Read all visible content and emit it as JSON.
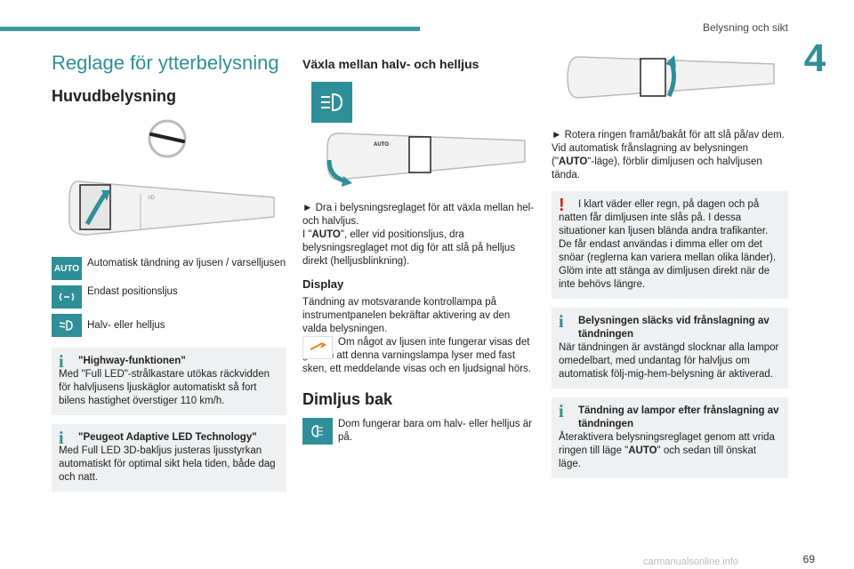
{
  "header": {
    "title": "Belysning och sikt",
    "chapter": "4"
  },
  "col1": {
    "section_title": "Reglage för ytterbelysning",
    "sub_title": "Huvudbelysning",
    "legend": [
      {
        "icon": "auto-icon",
        "icon_text": "AUTO",
        "text": "Automatisk tändning av ljusen / varselljusen"
      },
      {
        "icon": "position-lights-icon",
        "icon_text": "",
        "text": "Endast positionsljus"
      },
      {
        "icon": "headlights-icon",
        "icon_text": "",
        "text": "Halv- eller helljus"
      }
    ],
    "info1": {
      "title": "\"Highway-funktionen\"",
      "text": "Med \"Full LED\"-strålkastare utökas räckvidden för halvljusens ljuskäglor automatiskt så fort bilens hastighet överstiger 110 km/h."
    },
    "info2": {
      "title": "\"Peugeot Adaptive LED Technology\"",
      "text": "Med Full LED 3D-bakljus justeras ljusstyrkan automatiskt för optimal sikt hela tiden, både dag och natt."
    }
  },
  "col2": {
    "title": "Växla mellan halv- och helljus",
    "text1_a": "► Dra i belysningsreglaget för att växla mellan hel- och halvljus.",
    "text1_b_pre": "I \"",
    "text1_b_bold": "AUTO",
    "text1_b_post": "\", eller vid positionsljus, dra belysningsreglaget mot dig för att slå på helljus direkt (helljusblinkning).",
    "display_title": "Display",
    "display_text": "Tändning av motsvarande kontrollampa på instrumentpanelen bekräftar aktivering av den valda belysningen.",
    "warn_text": "Om något av ljusen inte fungerar visas det genom att denna varningslampa lyser med fast sken, ett meddelande visas och en ljudsignal hörs.",
    "fog_title": "Dimljus bak",
    "fog_text": "Dom fungerar bara om halv- eller helljus är på."
  },
  "col3": {
    "text1": "► Rotera ringen framåt/bakåt för att slå på/av dem.",
    "text2_pre": "Vid automatisk frånslagning av belysningen (\"",
    "text2_bold": "AUTO",
    "text2_post": "\"-läge), förblir dimljusen och halvljusen tända.",
    "warn_box": "I klart väder eller regn, på dagen och på natten får dimljusen inte slås på. I dessa situationer kan ljusen blända andra trafikanter. De får endast användas i dimma eller om det snöar (reglerna kan variera mellan olika länder).\nGlöm inte att stänga av dimljusen direkt när de inte behövs längre.",
    "info3_title": "Belysningen släcks vid frånslagning av tändningen",
    "info3_text": "När tändningen är avstängd slocknar alla lampor omedelbart, med undantag för halvljus om automatisk följ-mig-hem-belysning är aktiverad.",
    "info4_title": "Tändning av lampor efter frånslagning av tändningen",
    "info4_pre": "Återaktivera belysningsreglaget genom att vrida ringen till läge \"",
    "info4_bold": "AUTO",
    "info4_post": "\" och sedan till önskat läge."
  },
  "footer": {
    "page": "69",
    "watermark": "carmanualsonline.info"
  },
  "colors": {
    "accent": "#2f8f98",
    "warning": "#d42020",
    "box": "#eef0f1"
  }
}
